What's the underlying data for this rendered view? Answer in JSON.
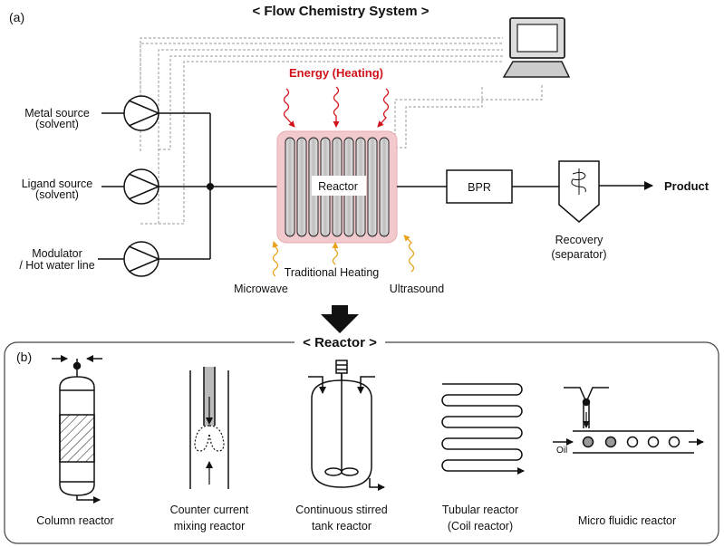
{
  "title": "< Flow Chemistry System >",
  "panel_a": "(a)",
  "panel_b": "(b)",
  "sources": {
    "metal_1": "Metal source",
    "metal_2": "(solvent)",
    "ligand_1": "Ligand source",
    "ligand_2": "(solvent)",
    "modulator_1": "Modulator",
    "modulator_2": "/ Hot water line"
  },
  "energy_label": "Energy (Heating)",
  "reactor_label": "Reactor",
  "bpr_label": "BPR",
  "product_label": "Product",
  "recovery_1": "Recovery",
  "recovery_2": "(separator)",
  "heating": {
    "traditional": "Traditional Heating",
    "microwave": "Microwave",
    "ultrasound": "Ultrasound"
  },
  "reactor_section_title": "< Reactor >",
  "oil_label": "Oil",
  "reactors": [
    {
      "line1": "Column reactor",
      "line2": ""
    },
    {
      "line1": "Counter current",
      "line2": "mixing reactor"
    },
    {
      "line1": "Continuous stirred",
      "line2": "tank reactor"
    },
    {
      "line1": "Tubular reactor",
      "line2": "(Coil reactor)"
    },
    {
      "line1": "Micro fluidic reactor",
      "line2": ""
    }
  ],
  "colors": {
    "energy_red": "#d0121b",
    "reactor_glow": "#f2c9cc",
    "wave_orange": "#e8a21e",
    "dashed_gray": "#999999"
  }
}
